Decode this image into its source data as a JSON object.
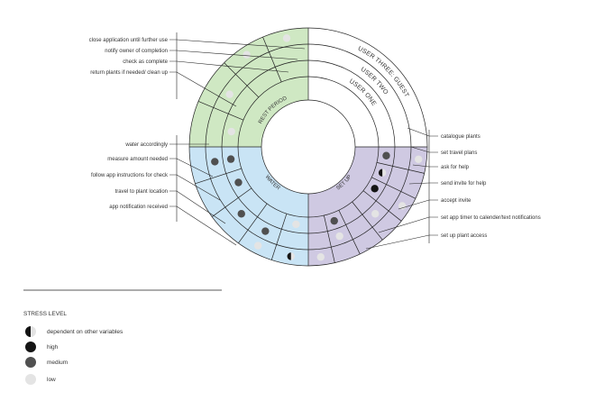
{
  "colors": {
    "rest": "#cfe8c3",
    "water": "#c9e4f5",
    "setup": "#cfc9e2",
    "grid": "#222222",
    "high": "#141414",
    "medium": "#505050",
    "low": "#e4e4e4"
  },
  "phases": {
    "rest": "REST PERIOD",
    "water": "WATER",
    "setup": "SET UP"
  },
  "users": {
    "user_one": "USER ONE",
    "user_two": "USER TWO",
    "user_three": "USER THREE: GUEST"
  },
  "left_labels": [
    "close application until further use",
    "notify owner of completion",
    "check as complete",
    "return plants if needed/ clean up",
    "water accordingly",
    "measure amount needed",
    "follow app instructions for check",
    "travel to plant location",
    "app notification received"
  ],
  "right_labels": [
    "catalogue plants",
    "set travel plans",
    "ask for help",
    "send invite for help",
    "accept invite",
    "set app timer to calender/text notifications",
    "set up plant access"
  ],
  "legend": {
    "title": "STRESS LEVEL",
    "items": [
      {
        "level": "dependent",
        "label": "dependent on other variables"
      },
      {
        "level": "high",
        "label": "high"
      },
      {
        "level": "medium",
        "label": "medium"
      },
      {
        "level": "low",
        "label": "low"
      }
    ]
  },
  "stress_marks": [
    {
      "phase": "rest",
      "step": 1,
      "user": 3,
      "level": "low"
    },
    {
      "phase": "rest",
      "step": 2,
      "user": 3,
      "level": "low"
    },
    {
      "phase": "rest",
      "step": 3,
      "user": 2,
      "level": "low"
    },
    {
      "phase": "rest",
      "step": 4,
      "user": 1,
      "level": "low"
    },
    {
      "phase": "water",
      "step": 1,
      "user": 1,
      "level": "medium"
    },
    {
      "phase": "water",
      "step": 1,
      "user": 2,
      "level": "medium"
    },
    {
      "phase": "water",
      "step": 2,
      "user": 1,
      "level": "medium"
    },
    {
      "phase": "water",
      "step": 3,
      "user": 2,
      "level": "medium"
    },
    {
      "phase": "water",
      "step": 4,
      "user": 2,
      "level": "medium"
    },
    {
      "phase": "water",
      "step": 5,
      "user": 3,
      "level": "dependent"
    },
    {
      "phase": "water",
      "step": 4,
      "user": 3,
      "level": "low"
    },
    {
      "phase": "water",
      "step": 5,
      "user": 1,
      "level": "low"
    },
    {
      "phase": "setup",
      "step": 1,
      "user": 1,
      "level": "medium"
    },
    {
      "phase": "setup",
      "step": 2,
      "user": 1,
      "level": "dependent"
    },
    {
      "phase": "setup",
      "step": 3,
      "user": 1,
      "level": "high"
    },
    {
      "phase": "setup",
      "step": 1,
      "user": 3,
      "level": "low"
    },
    {
      "phase": "setup",
      "step": 3,
      "user": 3,
      "level": "low"
    },
    {
      "phase": "setup",
      "step": 4,
      "user": 2,
      "level": "low"
    },
    {
      "phase": "setup",
      "step": 6,
      "user": 1,
      "level": "medium"
    },
    {
      "phase": "setup",
      "step": 6,
      "user": 2,
      "level": "low"
    },
    {
      "phase": "setup",
      "step": 7,
      "user": 3,
      "level": "low"
    }
  ]
}
